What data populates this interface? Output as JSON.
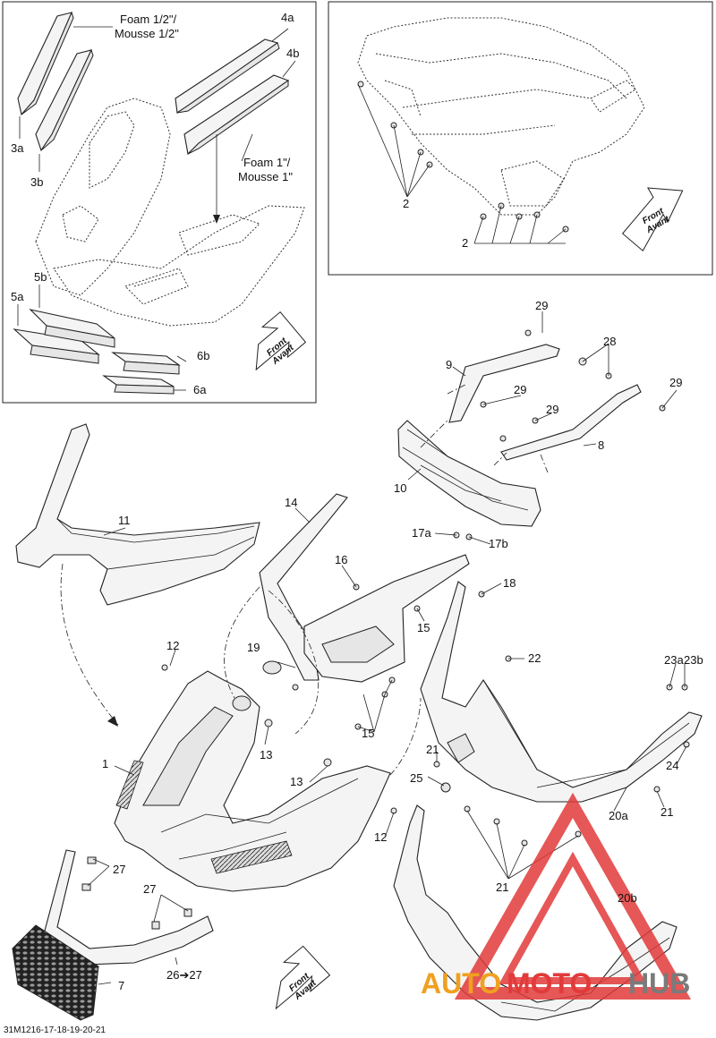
{
  "callouts": {
    "foam_half": [
      "Foam 1/2\"/",
      "Mousse 1/2\""
    ],
    "foam_one": [
      "Foam 1\"/",
      "Mousse 1\""
    ],
    "p1": "1",
    "p2": "2",
    "p3a": "3a",
    "p3b": "3b",
    "p4a": "4a",
    "p4b": "4b",
    "p5a": "5a",
    "p5b": "5b",
    "p6a": "6a",
    "p6b": "6b",
    "p7": "7",
    "p8": "8",
    "p9": "9",
    "p10": "10",
    "p11": "11",
    "p12": "12",
    "p13": "13",
    "p14": "14",
    "p15": "15",
    "p16": "16",
    "p17a": "17a",
    "p17b": "17b",
    "p18": "18",
    "p19": "19",
    "p20a": "20a",
    "p20b": "20b",
    "p21": "21",
    "p22": "22",
    "p23a": "23a",
    "p23b": "23b",
    "p24": "24",
    "p25": "25",
    "p26_27": "26➔27",
    "p27": "27",
    "p28": "28",
    "p29": "29"
  },
  "front_arrow": [
    "Front",
    "Avant"
  ],
  "diagram_code": "31M1216-17-18-19-20-21",
  "watermark": {
    "text_a": "AUTO",
    "text_b": "MOTO",
    "text_c": "HUB",
    "color_red": "#e23a3a",
    "color_orange": "#f0a020",
    "color_gray": "#7a7a7a"
  }
}
